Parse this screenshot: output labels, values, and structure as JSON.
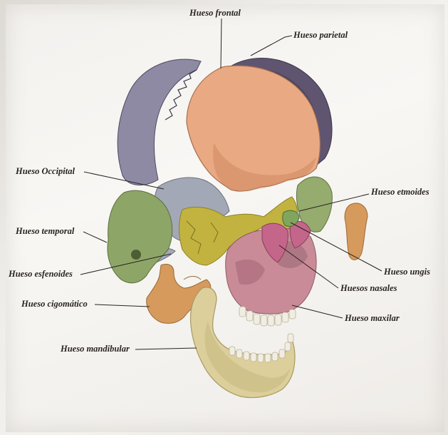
{
  "labels": {
    "frontal": "Hueso frontal",
    "parietal": "Hueso parietal",
    "occipital": "Hueso Occipital",
    "etmoides": "Hueso etmoides",
    "temporal": "Hueso temporal",
    "ungis": "Hueso ungis",
    "esfenoides": "Hueso esfenoides",
    "nasales": "Huesos nasales",
    "cigomatico": "Hueso cigomático",
    "maxilar": "Hueso maxilar",
    "mandibular": "Hueso mandibular"
  },
  "colors": {
    "frontal": "#e9a982",
    "parietal": "#5f5570",
    "occipital": "#8e8aa3",
    "temporal": "#8ea568",
    "sphenoid": "#a3a8b6",
    "ethmoid": "#c2b340",
    "maxilla": "#c98b98",
    "nasal": "#c4658a",
    "lacrimal": "#7fa55e",
    "zygomatic": "#d69a5c",
    "mandible": "#dccf9b",
    "teeth": "#f1ede2"
  }
}
